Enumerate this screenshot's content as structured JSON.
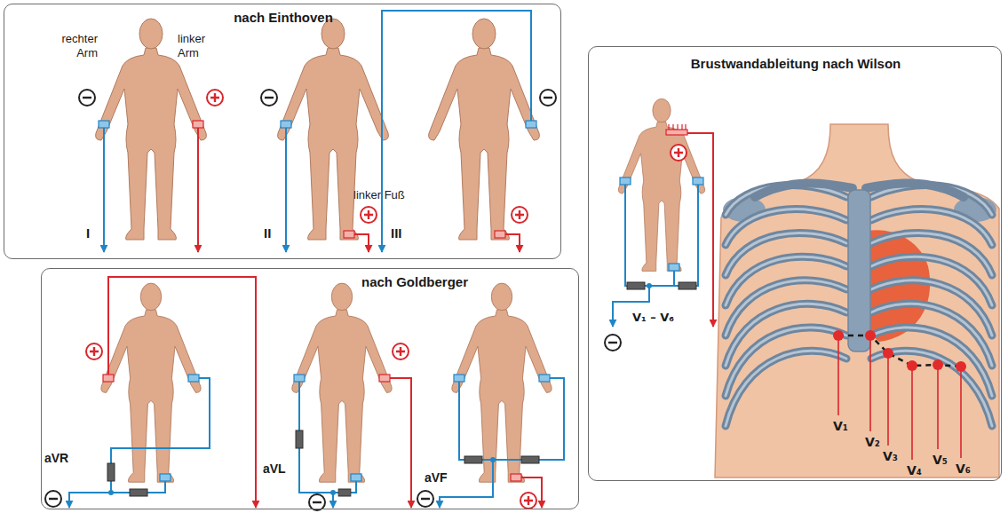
{
  "diagram": {
    "nodes": [
      {
        "text": [
          "nach Einthoven"
        ]
      },
      {
        "text": [
          "nach Goldberger"
        ]
      },
      {
        "text": [
          "Brustwandableitung nach Wilson"
        ]
      }
    ],
    "labels": [
      "rechter Arm",
      "linker Arm",
      "I",
      "linker Fuß",
      "II",
      "III",
      "aVR",
      "aVL",
      "aVF",
      "V₁ – V₆",
      "V₁",
      "V₂",
      "V₃",
      "V₄",
      "V₅",
      "V₆"
    ]
  }
}
